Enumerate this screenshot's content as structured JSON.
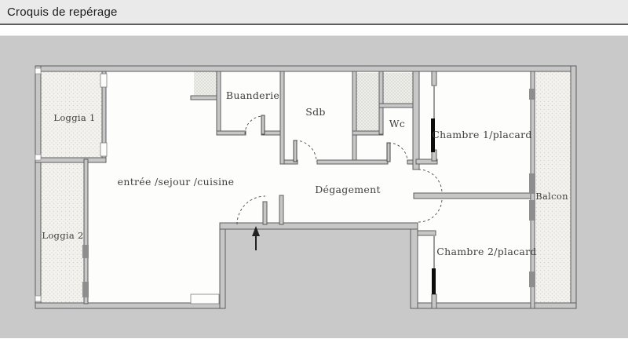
{
  "header": {
    "title": "Croquis de repérage"
  },
  "plan": {
    "rooms": [
      {
        "id": "loggia-1",
        "label": "Loggia 1"
      },
      {
        "id": "loggia-2",
        "label": "Loggia 2"
      },
      {
        "id": "entree-sejour-cuisine",
        "label": "entrée /sejour /cuisine"
      },
      {
        "id": "buanderie",
        "label": "Buanderie"
      },
      {
        "id": "sdb",
        "label": "Sdb"
      },
      {
        "id": "wc",
        "label": "Wc"
      },
      {
        "id": "degagement",
        "label": "Dégagement"
      },
      {
        "id": "chambre-1",
        "label": "Chambre 1/placard"
      },
      {
        "id": "chambre-2",
        "label": "Chambre 2/placard"
      },
      {
        "id": "balcon",
        "label": "Balcon"
      }
    ],
    "entrance": {
      "marker": "arrow-up"
    },
    "colors": {
      "title_bar_bg": "#eaeaea",
      "divider": "#5e5e5e",
      "scan_bg": "#c9c9c9",
      "wall_fill": "#c7c7c7",
      "wall_stroke": "#5d5d5d",
      "interior": "#fdfdfc",
      "loggia_texture": "#f3f2ee",
      "placard_door": "#0d0d0d"
    }
  }
}
